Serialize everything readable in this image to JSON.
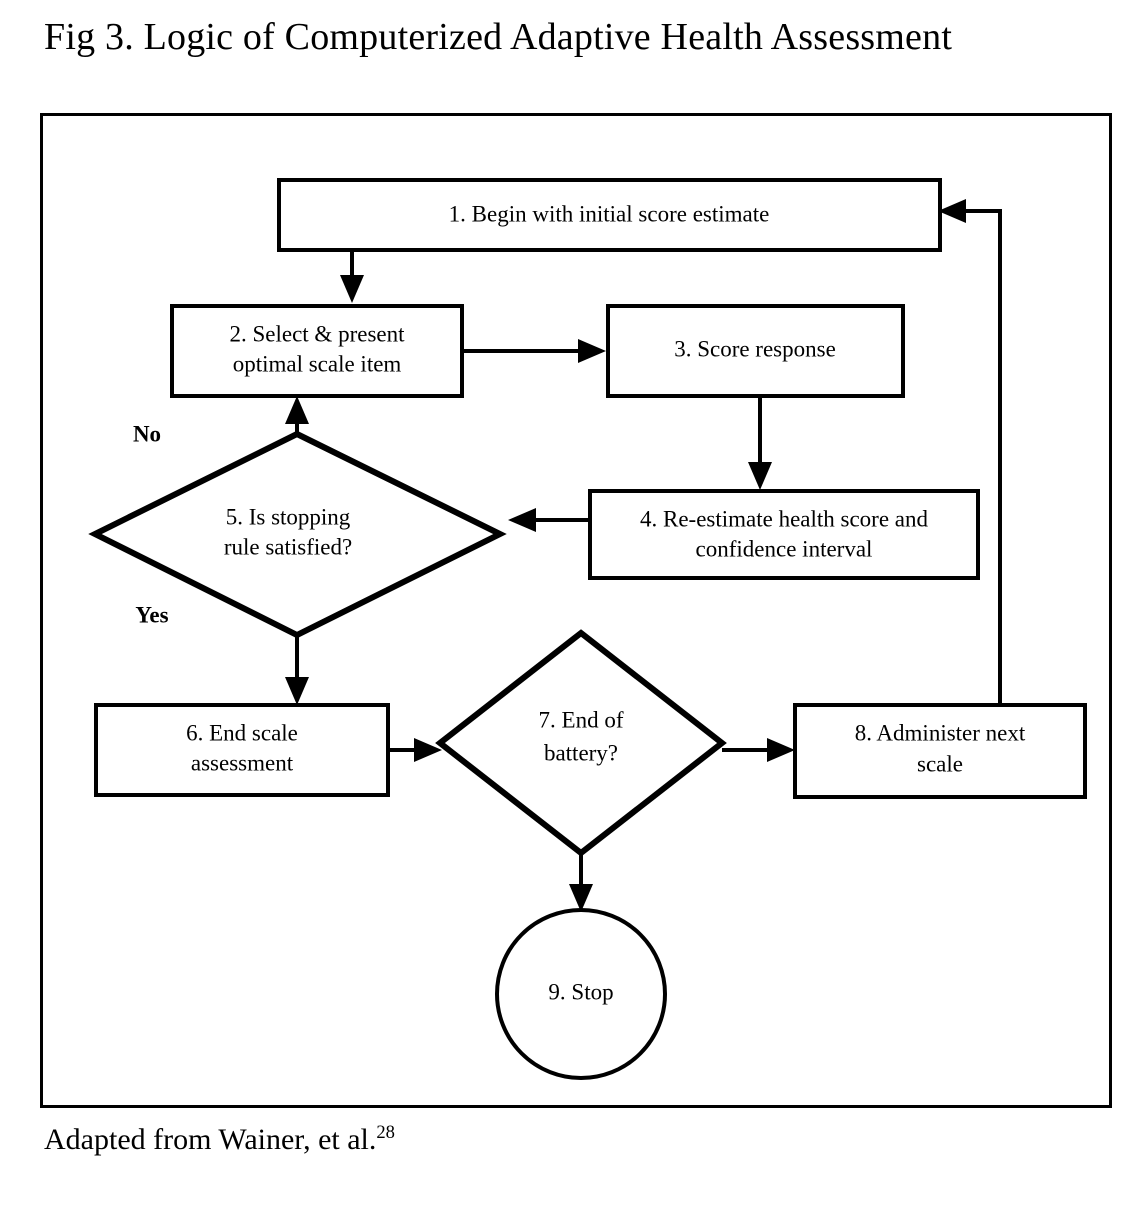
{
  "figure": {
    "title": "Fig 3. Logic of Computerized Adaptive Health Assessment",
    "source_text": "Adapted from Wainer, et al.",
    "source_superscript": "28"
  },
  "chart_data": {
    "type": "diagram",
    "diagram_kind": "flowchart",
    "title": "Fig 3. Logic of Computerized Adaptive Health Assessment",
    "nodes": [
      {
        "id": "1",
        "shape": "rectangle",
        "label": "1. Begin with initial score estimate",
        "lines": [
          "1. Begin with initial score estimate"
        ]
      },
      {
        "id": "2",
        "shape": "rectangle",
        "label": "2. Select & present optimal scale item",
        "lines": [
          "2. Select & present",
          "optimal scale item"
        ]
      },
      {
        "id": "3",
        "shape": "rectangle",
        "label": "3. Score response",
        "lines": [
          "3. Score response"
        ]
      },
      {
        "id": "4",
        "shape": "rectangle",
        "label": "4. Re-estimate health score and confidence interval",
        "lines": [
          "4. Re-estimate health score and",
          "confidence interval"
        ]
      },
      {
        "id": "5",
        "shape": "diamond",
        "label": "5. Is stopping rule satisfied?",
        "lines": [
          "5. Is stopping",
          "rule satisfied?"
        ]
      },
      {
        "id": "6",
        "shape": "rectangle",
        "label": "6. End scale assessment",
        "lines": [
          "6. End scale",
          "assessment"
        ]
      },
      {
        "id": "7",
        "shape": "diamond",
        "label": "7. End of battery?",
        "lines": [
          "7. End of",
          "battery?"
        ]
      },
      {
        "id": "8",
        "shape": "rectangle",
        "label": "8. Administer next scale",
        "lines": [
          "8. Administer next",
          "scale"
        ]
      },
      {
        "id": "9",
        "shape": "circle",
        "label": "9. Stop",
        "lines": [
          "9. Stop"
        ]
      }
    ],
    "edges": [
      {
        "from": "1",
        "to": "2",
        "label": ""
      },
      {
        "from": "2",
        "to": "3",
        "label": ""
      },
      {
        "from": "3",
        "to": "4",
        "label": ""
      },
      {
        "from": "4",
        "to": "5",
        "label": ""
      },
      {
        "from": "5",
        "to": "2",
        "label": "No"
      },
      {
        "from": "5",
        "to": "6",
        "label": "Yes"
      },
      {
        "from": "6",
        "to": "7",
        "label": ""
      },
      {
        "from": "7",
        "to": "8",
        "label": ""
      },
      {
        "from": "7",
        "to": "9",
        "label": ""
      },
      {
        "from": "8",
        "to": "1",
        "label": ""
      }
    ],
    "branch_labels": [
      "No",
      "Yes"
    ],
    "colors": {
      "stroke": "#000000",
      "fill": "#ffffff",
      "text": "#000000"
    }
  }
}
